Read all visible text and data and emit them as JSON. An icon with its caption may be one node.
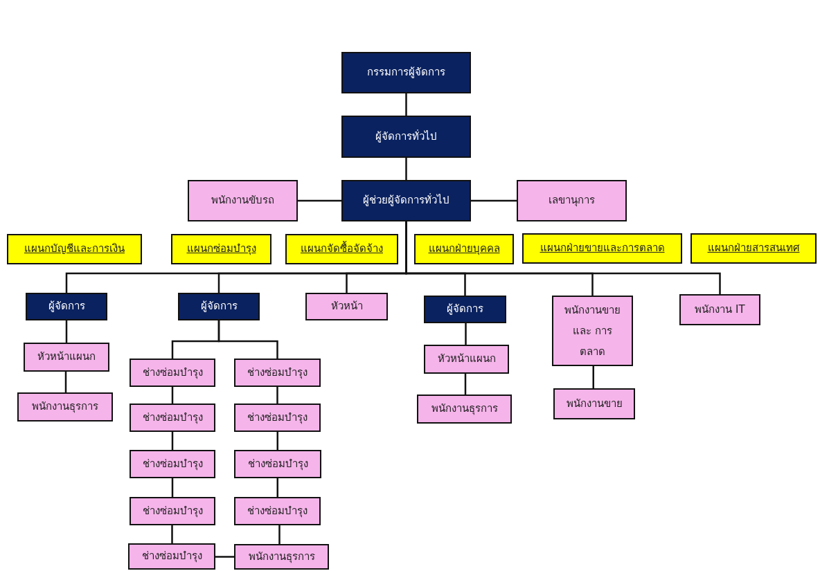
{
  "diagram": {
    "nodes": [
      {
        "text": [
          "กรรมการผู้จัดการ"
        ]
      },
      {
        "text": [
          "ผู้จัดการทั่วไป"
        ]
      },
      {
        "text": [
          "พนักงานขับรถ"
        ]
      },
      {
        "text": [
          "ผู้ช่วยผู้จัดการทั่วไป"
        ]
      },
      {
        "text": [
          "เลขานุการ"
        ]
      },
      {
        "text": [
          "แผนกบัญชีและการเงิน"
        ]
      },
      {
        "text": [
          "แผนกซ่อมบำรุง"
        ]
      },
      {
        "text": [
          "แผนกจัดซื้อจัดจ้าง"
        ]
      },
      {
        "text": [
          "แผนกฝ่ายบุคคล"
        ]
      },
      {
        "text": [
          "แผนกฝ่ายขายและการตลาด"
        ]
      },
      {
        "text": [
          "แผนกฝ่ายสารสนเทศ"
        ]
      },
      {
        "text": [
          "ผู้จัดการ"
        ]
      },
      {
        "text": [
          "ผู้จัดการ"
        ]
      },
      {
        "text": [
          "หัวหน้า"
        ]
      },
      {
        "text": [
          "ผู้จัดการ"
        ]
      },
      {
        "text": [
          "พนักงานขาย และ การตลาด"
        ]
      },
      {
        "text": [
          "พนักงาน IT"
        ]
      },
      {
        "text": [
          "หัวหน้าแผนก"
        ]
      },
      {
        "text": [
          "พนักงานธุรการ"
        ]
      },
      {
        "text": [
          "ช่างซ่อมบำรุง"
        ]
      },
      {
        "text": [
          "ช่างซ่อมบำรุง"
        ]
      },
      {
        "text": [
          "ช่างซ่อมบำรุง"
        ]
      },
      {
        "text": [
          "ช่างซ่อมบำรุง"
        ]
      },
      {
        "text": [
          "ช่างซ่อมบำรุง"
        ]
      },
      {
        "text": [
          "ช่างซ่อมบำรุง"
        ]
      },
      {
        "text": [
          "ช่างซ่อมบำรุง"
        ]
      },
      {
        "text": [
          "ช่างซ่อมบำรุง"
        ]
      },
      {
        "text": [
          "ช่างซ่อมบำรุง"
        ]
      },
      {
        "text": [
          "พนักงานธุรการ"
        ]
      },
      {
        "text": [
          "หัวหน้าแผนก"
        ]
      },
      {
        "text": [
          "พนักงานธุรการ"
        ]
      },
      {
        "text": [
          "พนักงานขาย"
        ]
      }
    ],
    "edges": [
      {
        "from": 0,
        "to": 1,
        "arrow": "none"
      },
      {
        "from": 1,
        "to": 3,
        "arrow": "none"
      },
      {
        "from": 3,
        "to": 2,
        "arrow": "none"
      },
      {
        "from": 3,
        "to": 4,
        "arrow": "none"
      },
      {
        "from": 3,
        "to": 11,
        "arrow": "none"
      },
      {
        "from": 3,
        "to": 12,
        "arrow": "none"
      },
      {
        "from": 3,
        "to": 13,
        "arrow": "none"
      },
      {
        "from": 3,
        "to": 14,
        "arrow": "none"
      },
      {
        "from": 3,
        "to": 15,
        "arrow": "none"
      },
      {
        "from": 3,
        "to": 16,
        "arrow": "none"
      },
      {
        "from": 11,
        "to": 17,
        "arrow": "none"
      },
      {
        "from": 17,
        "to": 18,
        "arrow": "none"
      },
      {
        "from": 12,
        "to": 19,
        "arrow": "none"
      },
      {
        "from": 12,
        "to": 24,
        "arrow": "none"
      },
      {
        "from": 19,
        "to": 20,
        "arrow": "none"
      },
      {
        "from": 20,
        "to": 21,
        "arrow": "none"
      },
      {
        "from": 21,
        "to": 22,
        "arrow": "none"
      },
      {
        "from": 22,
        "to": 23,
        "arrow": "none"
      },
      {
        "from": 24,
        "to": 25,
        "arrow": "none"
      },
      {
        "from": 25,
        "to": 26,
        "arrow": "none"
      },
      {
        "from": 26,
        "to": 27,
        "arrow": "none"
      },
      {
        "from": 27,
        "to": 28,
        "arrow": "none"
      },
      {
        "from": 23,
        "to": 28,
        "arrow": "none"
      },
      {
        "from": 14,
        "to": 29,
        "arrow": "none"
      },
      {
        "from": 29,
        "to": 30,
        "arrow": "none"
      },
      {
        "from": 15,
        "to": 31,
        "arrow": "none"
      }
    ]
  }
}
